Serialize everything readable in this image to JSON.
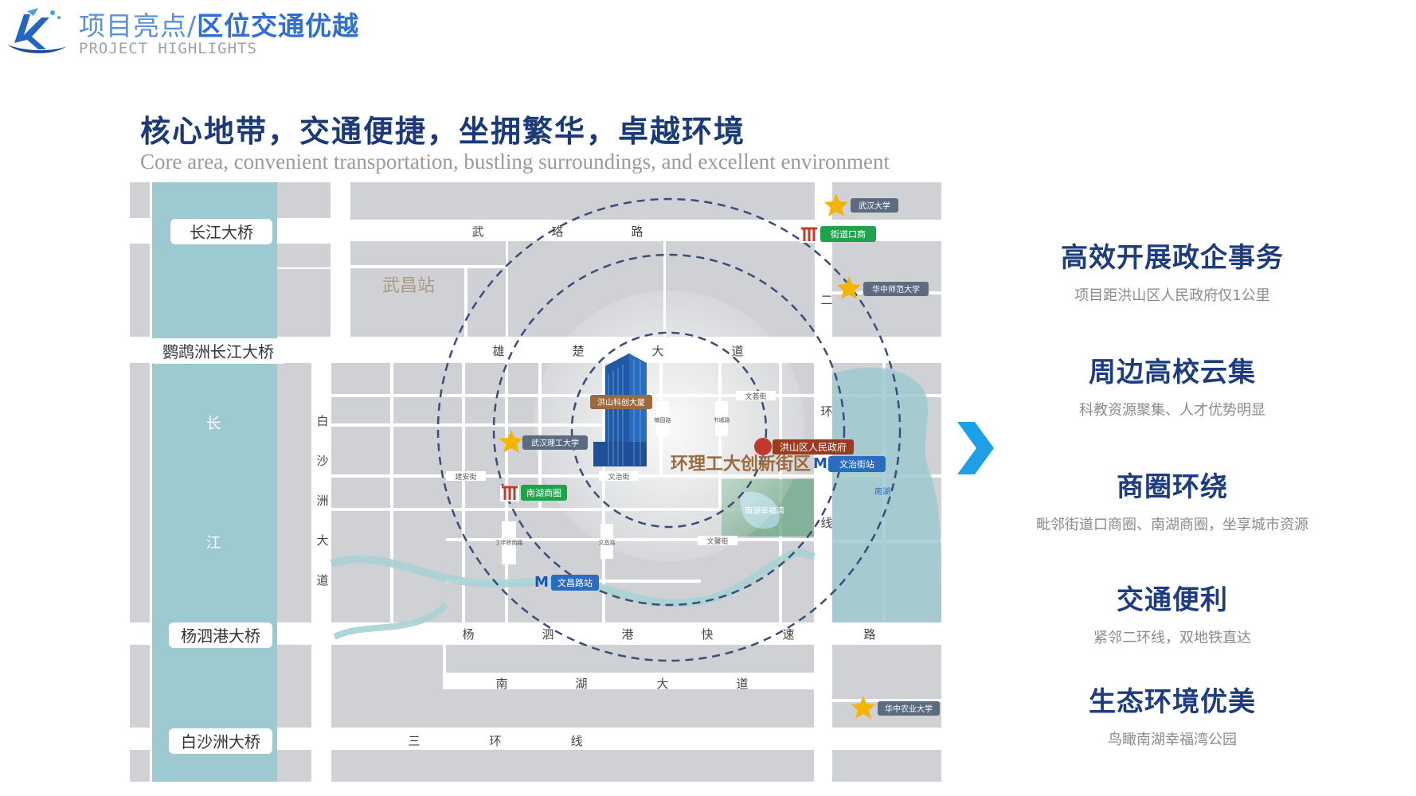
{
  "header": {
    "title_a": "项目亮点/",
    "title_b": "区位交通优越",
    "subtitle": "PROJECT HIGHLIGHTS"
  },
  "headline": {
    "title": "核心地带，交通便捷，坐拥繁华，卓越环境",
    "subtitle": "Core area, convenient transportation, bustling surroundings, and excellent environment"
  },
  "map": {
    "bridges": [
      "长江大桥",
      "鹦鹉洲长江大桥",
      "杨泗港大桥",
      "白沙洲大桥"
    ],
    "river_chars": [
      "长",
      "江"
    ],
    "station": "武昌站",
    "road_wuluo": [
      "武",
      "珞",
      "路"
    ],
    "road_xiongchu": [
      "雄",
      "楚",
      "大",
      "道"
    ],
    "road_baishazhou": [
      "白",
      "沙",
      "洲",
      "大",
      "道"
    ],
    "road_yangsi": [
      "杨",
      "泗",
      "港",
      "快",
      "速"
    ],
    "road_nanhu": [
      "南",
      "湖",
      "大",
      "道"
    ],
    "road_sanhuan": [
      "三",
      "环",
      "线"
    ],
    "road_erhuan": [
      "二",
      "环",
      "线",
      "路"
    ],
    "small_roads": [
      "建安街",
      "文治街",
      "文荟街",
      "文馨街",
      "丁字桥南路",
      "文昌路",
      "书城路",
      "楠园路"
    ],
    "building_label": "洪山科创大厦",
    "district_label": "环理工大创新街区",
    "pois": {
      "wuhan_univ": "武汉大学",
      "jiedaokou": "街道口商",
      "ccnu": "华中师范大学",
      "whut": "武汉理工大学",
      "gov": "洪山区人民政府",
      "wenzhi_station": "文治街站",
      "nanhu_mall": "南湖商圈",
      "nanhu_park": "南湖幸福湾",
      "lake": "南湖",
      "wenchang_station": "文昌路站",
      "hzau": "华中农业大学"
    }
  },
  "features": [
    {
      "title": "高效开展政企事务",
      "desc": "项目距洪山区人民政府仅1公里"
    },
    {
      "title": "周边高校云集",
      "desc": "科教资源聚集、人才优势明显"
    },
    {
      "title": "商圈环绕",
      "desc": "毗邻街道口商圈、南湖商圈，坐享城市资源"
    },
    {
      "title": "交通便利",
      "desc": "紧邻二环线，双地铁直达"
    },
    {
      "title": "生态环境优美",
      "desc": "鸟瞰南湖幸福湾公园"
    }
  ],
  "colors": {
    "accent": "#2f6fd4",
    "navy": "#1d3d80",
    "river": "#9dcad0",
    "block": "#cfd1d4",
    "arrow": "#1ea0e8"
  }
}
